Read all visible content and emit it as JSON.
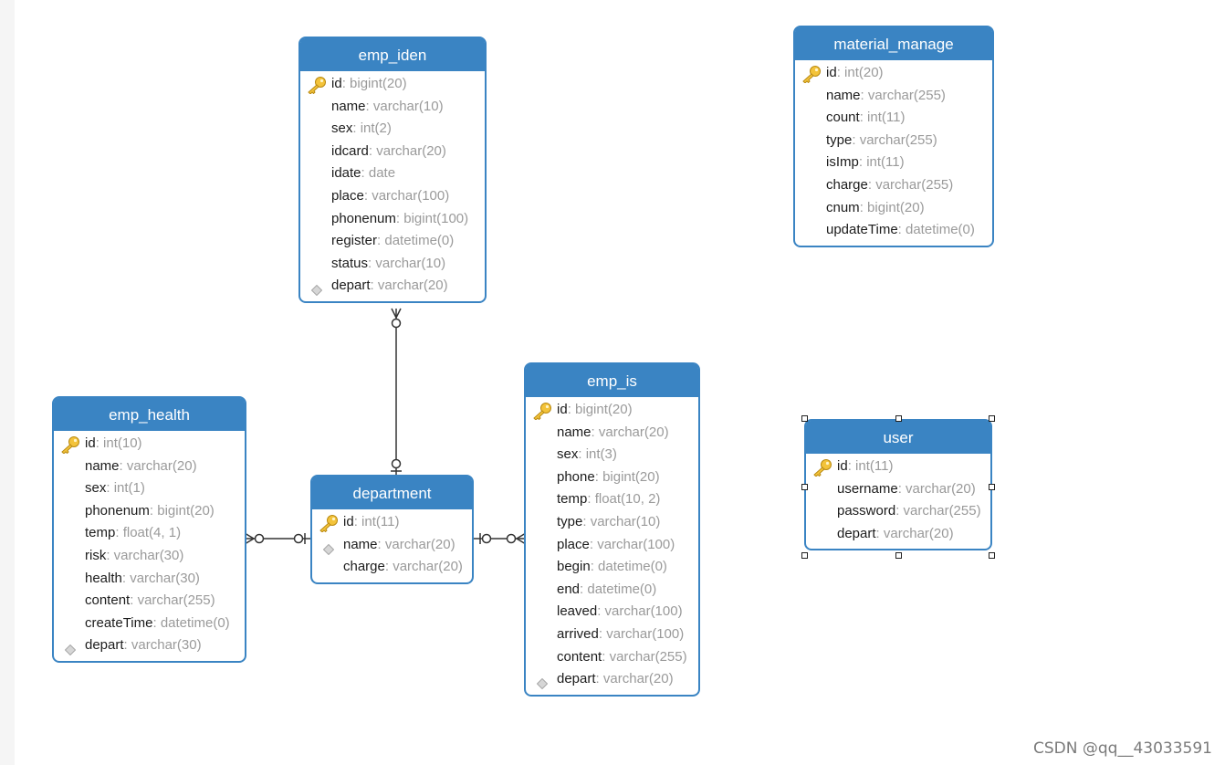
{
  "tables": [
    {
      "name": "emp_iden",
      "columns": [
        {
          "name": "id",
          "type": "bigint(20)",
          "key": "pk"
        },
        {
          "name": "name",
          "type": "varchar(10)",
          "key": ""
        },
        {
          "name": "sex",
          "type": "int(2)",
          "key": ""
        },
        {
          "name": "idcard",
          "type": "varchar(20)",
          "key": ""
        },
        {
          "name": "idate",
          "type": "date",
          "key": ""
        },
        {
          "name": "place",
          "type": "varchar(100)",
          "key": ""
        },
        {
          "name": "phonenum",
          "type": "bigint(100)",
          "key": ""
        },
        {
          "name": "register",
          "type": "datetime(0)",
          "key": ""
        },
        {
          "name": "status",
          "type": "varchar(10)",
          "key": ""
        },
        {
          "name": "depart",
          "type": "varchar(20)",
          "key": "fk"
        }
      ]
    },
    {
      "name": "material_manage",
      "columns": [
        {
          "name": "id",
          "type": "int(20)",
          "key": "pk"
        },
        {
          "name": "name",
          "type": "varchar(255)",
          "key": ""
        },
        {
          "name": "count",
          "type": "int(11)",
          "key": ""
        },
        {
          "name": "type",
          "type": "varchar(255)",
          "key": ""
        },
        {
          "name": "isImp",
          "type": "int(11)",
          "key": ""
        },
        {
          "name": "charge",
          "type": "varchar(255)",
          "key": ""
        },
        {
          "name": "cnum",
          "type": "bigint(20)",
          "key": ""
        },
        {
          "name": "updateTime",
          "type": "datetime(0)",
          "key": ""
        }
      ]
    },
    {
      "name": "emp_health",
      "columns": [
        {
          "name": "id",
          "type": "int(10)",
          "key": "pk"
        },
        {
          "name": "name",
          "type": "varchar(20)",
          "key": ""
        },
        {
          "name": "sex",
          "type": "int(1)",
          "key": ""
        },
        {
          "name": "phonenum",
          "type": "bigint(20)",
          "key": ""
        },
        {
          "name": "temp",
          "type": "float(4, 1)",
          "key": ""
        },
        {
          "name": "risk",
          "type": "varchar(30)",
          "key": ""
        },
        {
          "name": "health",
          "type": "varchar(30)",
          "key": ""
        },
        {
          "name": "content",
          "type": "varchar(255)",
          "key": ""
        },
        {
          "name": "createTime",
          "type": "datetime(0)",
          "key": ""
        },
        {
          "name": "depart",
          "type": "varchar(30)",
          "key": "fk"
        }
      ]
    },
    {
      "name": "department",
      "columns": [
        {
          "name": "id",
          "type": "int(11)",
          "key": "pk"
        },
        {
          "name": "name",
          "type": "varchar(20)",
          "key": "fk"
        },
        {
          "name": "charge",
          "type": "varchar(20)",
          "key": ""
        }
      ]
    },
    {
      "name": "emp_is",
      "columns": [
        {
          "name": "id",
          "type": "bigint(20)",
          "key": "pk"
        },
        {
          "name": "name",
          "type": "varchar(20)",
          "key": ""
        },
        {
          "name": "sex",
          "type": "int(3)",
          "key": ""
        },
        {
          "name": "phone",
          "type": "bigint(20)",
          "key": ""
        },
        {
          "name": "temp",
          "type": "float(10, 2)",
          "key": ""
        },
        {
          "name": "type",
          "type": "varchar(10)",
          "key": ""
        },
        {
          "name": "place",
          "type": "varchar(100)",
          "key": ""
        },
        {
          "name": "begin",
          "type": "datetime(0)",
          "key": ""
        },
        {
          "name": "end",
          "type": "datetime(0)",
          "key": ""
        },
        {
          "name": "leaved",
          "type": "varchar(100)",
          "key": ""
        },
        {
          "name": "arrived",
          "type": "varchar(100)",
          "key": ""
        },
        {
          "name": "content",
          "type": "varchar(255)",
          "key": ""
        },
        {
          "name": "depart",
          "type": "varchar(20)",
          "key": "fk"
        }
      ]
    },
    {
      "name": "user",
      "selected": true,
      "columns": [
        {
          "name": "id",
          "type": "int(11)",
          "key": "pk"
        },
        {
          "name": "username",
          "type": "varchar(20)",
          "key": ""
        },
        {
          "name": "password",
          "type": "varchar(255)",
          "key": ""
        },
        {
          "name": "depart",
          "type": "varchar(20)",
          "key": ""
        }
      ]
    }
  ],
  "relationships": [
    {
      "from": "emp_iden",
      "to": "department",
      "from_cardinality": "zero-or-many",
      "to_cardinality": "zero-or-one"
    },
    {
      "from": "emp_health",
      "to": "department",
      "from_cardinality": "zero-or-many",
      "to_cardinality": "zero-or-one"
    },
    {
      "from": "emp_is",
      "to": "department",
      "from_cardinality": "zero-or-many",
      "to_cardinality": "zero-or-one"
    }
  ],
  "icons": {
    "primary_key": "key-icon",
    "foreign_key": "diamond-icon",
    "selection_handle": "resize-handle-icon"
  },
  "colors": {
    "header": "#3a84c3",
    "border": "#3a84c3",
    "column_name": "#1c1c1c",
    "column_type": "#9a9a9a"
  },
  "watermark": "CSDN @qq__43033591"
}
